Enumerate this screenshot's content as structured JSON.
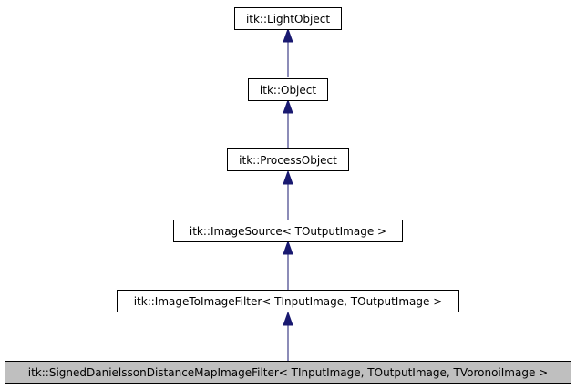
{
  "diagram": {
    "nodes": [
      {
        "id": "light-object",
        "label": "itk::LightObject",
        "current": false
      },
      {
        "id": "object",
        "label": "itk::Object",
        "current": false
      },
      {
        "id": "process-object",
        "label": "itk::ProcessObject",
        "current": false
      },
      {
        "id": "image-source",
        "label": "itk::ImageSource< TOutputImage >",
        "current": false
      },
      {
        "id": "image-to-image-filter",
        "label": "itk::ImageToImageFilter< TInputImage, TOutputImage >",
        "current": false
      },
      {
        "id": "signed-danielsson-filter",
        "label": "itk::SignedDanielssonDistanceMapImageFilter< TInputImage, TOutputImage, TVoronoiImage >",
        "current": true
      }
    ],
    "edges": [
      {
        "from": "object",
        "to": "light-object"
      },
      {
        "from": "process-object",
        "to": "object"
      },
      {
        "from": "image-source",
        "to": "process-object"
      },
      {
        "from": "image-to-image-filter",
        "to": "image-source"
      },
      {
        "from": "signed-danielsson-filter",
        "to": "image-to-image-filter"
      }
    ],
    "colors": {
      "edge": "#191970",
      "box_border": "#000000",
      "current_fill": "#bfbfbf",
      "box_fill": "#ffffff"
    }
  }
}
